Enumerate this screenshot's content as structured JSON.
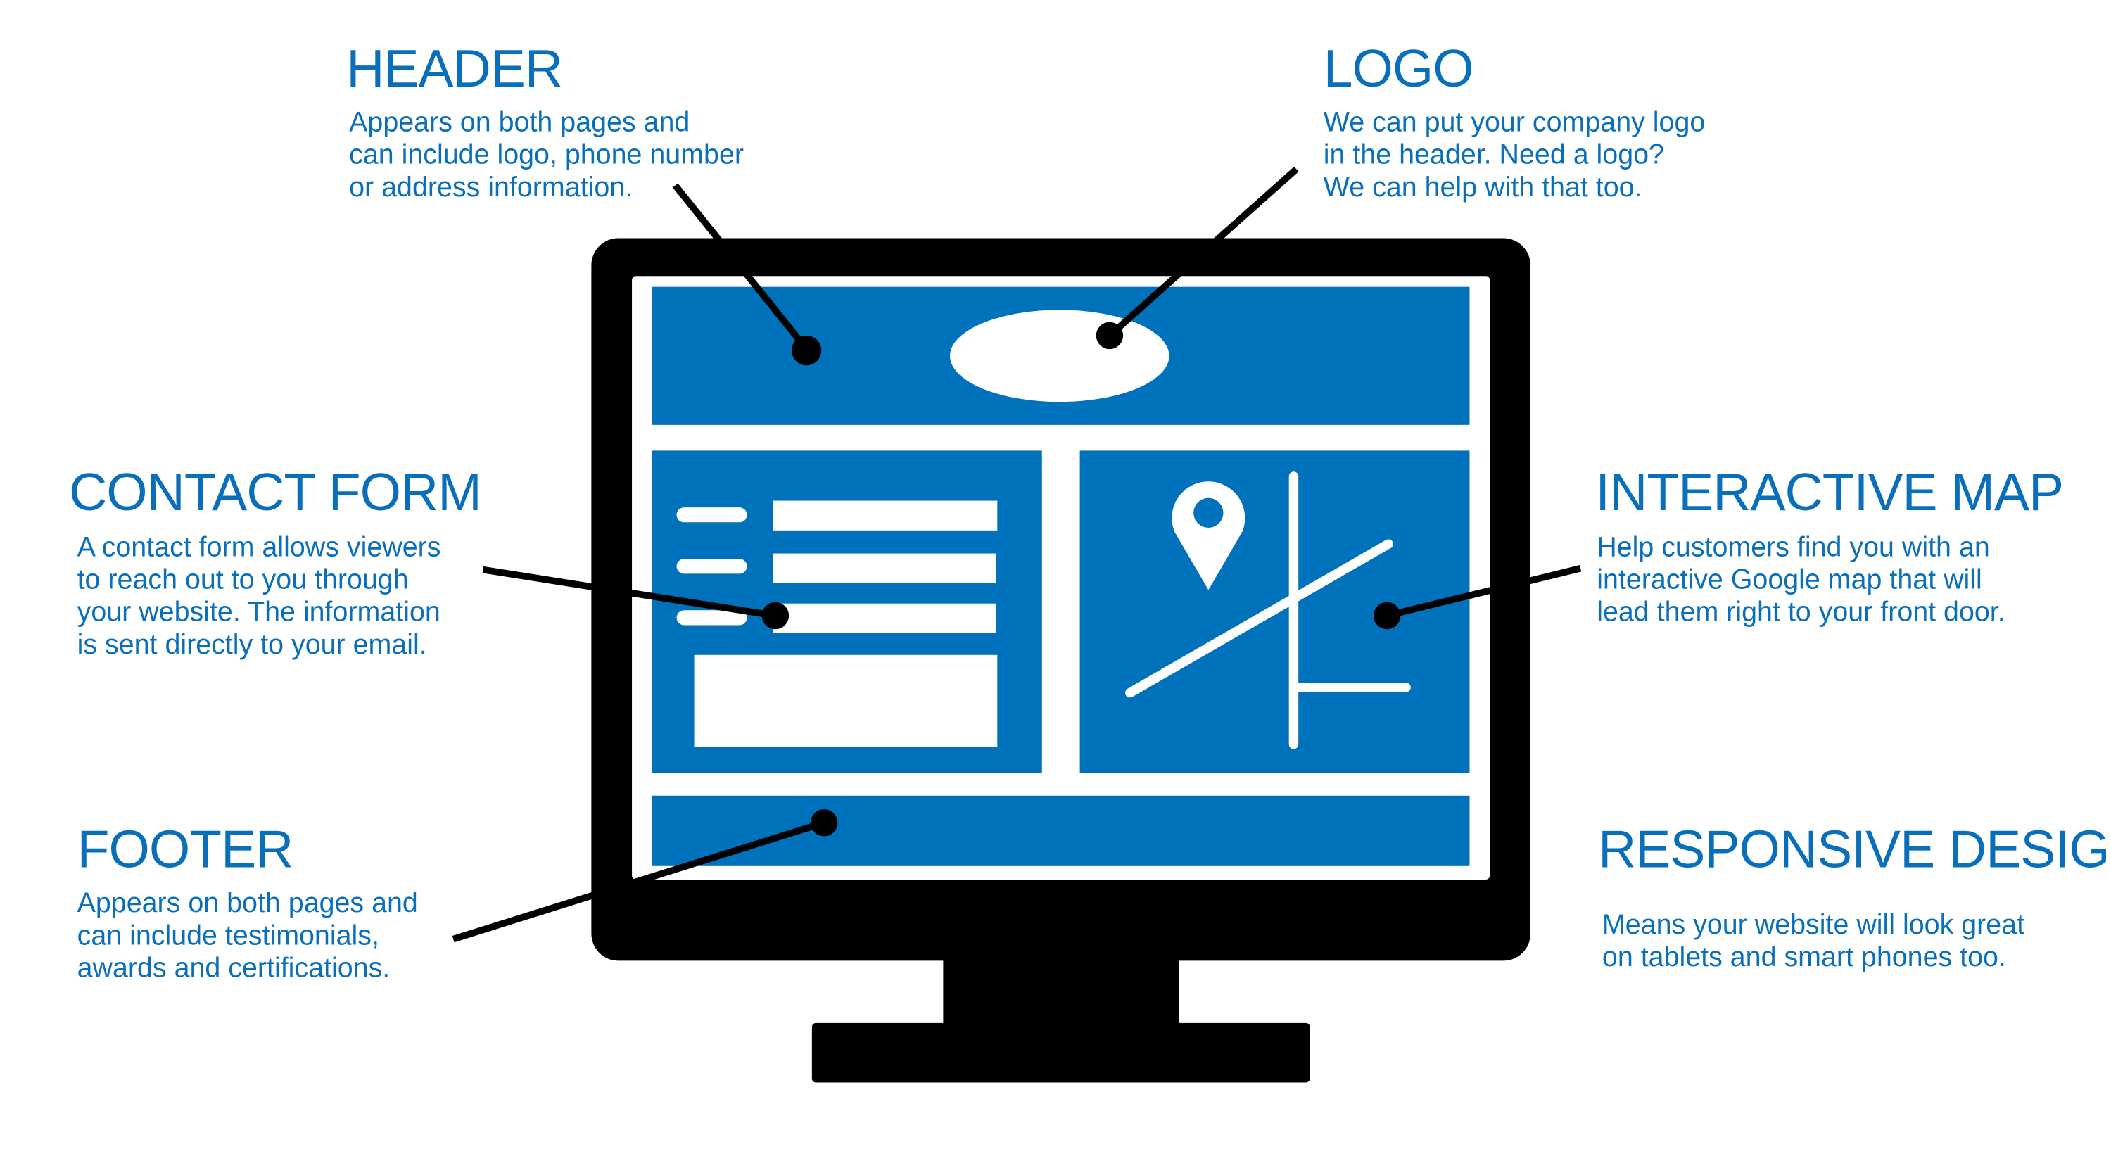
{
  "colors": {
    "accent": "#0071bb",
    "text": "#0a6fba",
    "monitor": "#000000"
  },
  "sections": {
    "header": {
      "title": "HEADER",
      "lines": [
        "Appears on both pages and",
        "can include logo, phone number",
        "or address information."
      ]
    },
    "logo": {
      "title": "LOGO",
      "lines": [
        "We can put your company logo",
        "in the header. Need a logo?",
        "We can help with that too."
      ]
    },
    "contact_form": {
      "title": "CONTACT FORM",
      "lines": [
        "A contact form allows viewers",
        "to reach out to you through",
        "your website. The information",
        "is sent directly to your email."
      ]
    },
    "interactive_map": {
      "title": "INTERACTIVE MAP",
      "lines": [
        "Help customers find you with an",
        "interactive Google map that will",
        "lead them right to your front door."
      ]
    },
    "footer": {
      "title": "FOOTER",
      "lines": [
        "Appears on both pages and",
        "can include testimonials,",
        "awards and certifications."
      ]
    },
    "responsive_design": {
      "title": "RESPONSIVE DESIGN",
      "lines": [
        "Means your website will look great",
        "on tablets and smart phones too."
      ]
    }
  }
}
